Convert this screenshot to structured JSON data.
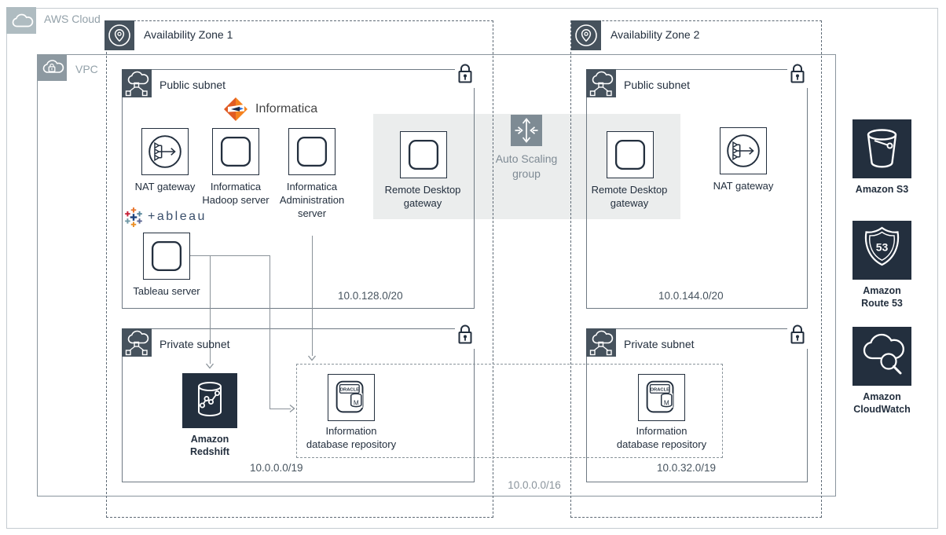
{
  "groups": {
    "aws_cloud": {
      "label": "AWS Cloud"
    },
    "vpc": {
      "label": "VPC",
      "cidr": "10.0.0.0/16"
    },
    "az1": {
      "label": "Availability Zone 1"
    },
    "az2": {
      "label": "Availability Zone 2"
    },
    "auto_scaling": {
      "label": "Auto Scaling group"
    }
  },
  "subnets": {
    "az1_public": {
      "label": "Public subnet",
      "cidr": "10.0.128.0/20"
    },
    "az1_private": {
      "label": "Private subnet",
      "cidr": "10.0.0.0/19"
    },
    "az2_public": {
      "label": "Public subnet",
      "cidr": "10.0.144.0/20"
    },
    "az2_private": {
      "label": "Private subnet",
      "cidr": "10.0.32.0/19"
    }
  },
  "nodes": {
    "nat1": {
      "label": "NAT gateway"
    },
    "hadoop": {
      "label": "Informatica Hadoop server"
    },
    "admin": {
      "label": "Informatica Administration server"
    },
    "rdg1": {
      "label": "Remote Desktop gateway"
    },
    "tableau_server": {
      "label": "Tableau server"
    },
    "redshift": {
      "label": "Amazon Redshift"
    },
    "oracle1": {
      "lines": [
        "Information",
        "database repository"
      ]
    },
    "rdg2": {
      "label": "Remote Desktop gateway"
    },
    "nat2": {
      "label": "NAT gateway"
    },
    "oracle2": {
      "lines": [
        "Information",
        "database repository"
      ]
    }
  },
  "services": {
    "s3": {
      "label": "Amazon S3"
    },
    "route53": {
      "label": "Amazon Route 53",
      "badge": "53"
    },
    "cloudwatch": {
      "label": "Amazon CloudWatch"
    }
  },
  "logos": {
    "informatica": {
      "label": "Informatica"
    },
    "tableau": {
      "label": "+ableau"
    }
  },
  "oracle_icon": {
    "brand": "ORACLE",
    "letter": "M"
  },
  "colors": {
    "dark_navy": "#232F3E",
    "aws_cloud_gray": "#AFBCC1",
    "vpc_gray": "#8D99A1",
    "zone_slate": "#46525D",
    "band_gray": "#EBEDED",
    "connector_gray": "#8A9299",
    "informatica_orange": "#F47B20",
    "tableau_navy": "#1F447E"
  }
}
